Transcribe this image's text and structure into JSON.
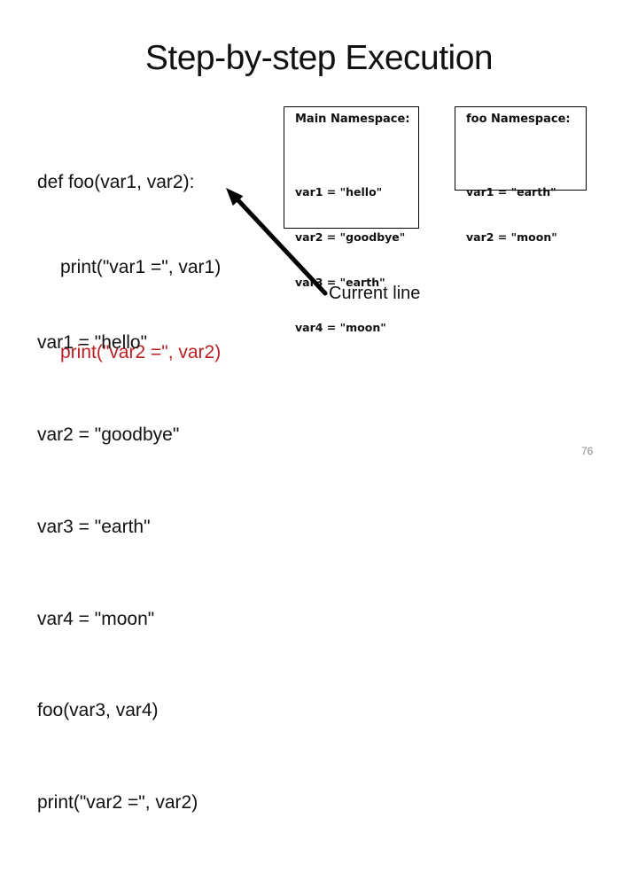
{
  "slide": {
    "title": "Step-by-step Execution",
    "page_number": "76",
    "background_color": "#ffffff"
  },
  "colors": {
    "text": "#111111",
    "current_line_red": "#bb1f23",
    "box_border": "#000000",
    "arrow": "#000000",
    "page_number_gray": "#8c8c8c"
  },
  "function_code": {
    "lines": [
      "def foo(var1, var2):",
      "print(\"var1 =\", var1)",
      "print(\"var2 =\", var2)"
    ]
  },
  "main_code": {
    "lines": [
      "var1 = \"hello\"",
      "var2 = \"goodbye\"",
      "var3 = \"earth\"",
      "var4 = \"moon\"",
      "foo(var3, var4)",
      "print(\"var2 =\", var2)"
    ]
  },
  "namespaces": [
    {
      "title": "Main Namespace:",
      "vars": [
        "var1 = \"hello\"",
        "var2 = \"goodbye\"",
        "var3 = \"earth\"",
        "var4 = \"moon\""
      ]
    },
    {
      "title": "foo Namespace:",
      "vars": [
        "var1 = \"earth\"",
        "var2 = \"moon\""
      ]
    }
  ],
  "annotation": {
    "current_line_label": "Current line"
  }
}
